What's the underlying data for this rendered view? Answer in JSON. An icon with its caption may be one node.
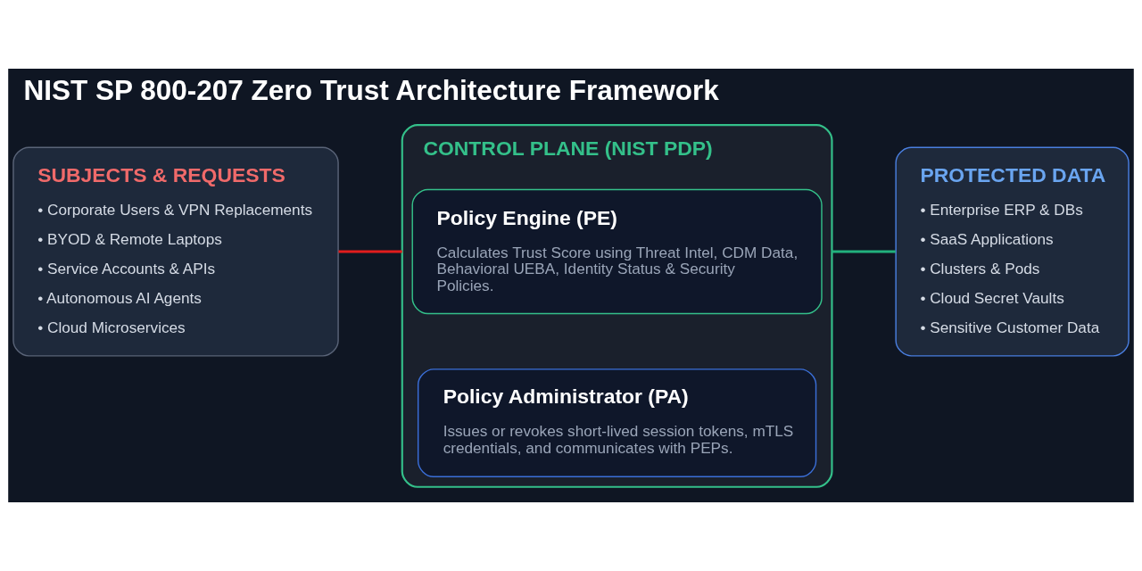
{
  "diagram": {
    "title": "NIST SP 800-207 Zero Trust Architecture Framework",
    "nodes": [
      {
        "text": [
          "SUBJECTS & REQUESTS",
          "• Corporate Users & VPN Replacements",
          "• BYOD & Remote Laptops",
          "• Service Accounts & APIs",
          "• Autonomous AI Agents",
          "• Cloud Microservices"
        ]
      },
      {
        "text": [
          "CONTROL PLANE (NIST PDP)"
        ]
      },
      {
        "text": [
          "Policy Engine (PE)",
          "Calculates Trust Score using Threat Intel, CDM Data, Behavioral UEBA, Identity Status & Security Policies."
        ],
        "in": 1
      },
      {
        "text": [
          "Policy Administrator (PA)",
          "Issues or revokes short-lived session tokens, mTLS credentials, and communicates with PEPs."
        ],
        "in": 1
      },
      {
        "text": [
          "PROTECTED DATA",
          "• Enterprise ERP & DBs",
          "• SaaS Applications",
          "• Clusters & Pods",
          "• Cloud Secret Vaults",
          "• Sensitive Customer Data"
        ]
      }
    ],
    "edges": [
      {
        "from": 0,
        "to": 1,
        "arrow": "none",
        "color": "#e11d1d"
      },
      {
        "from": 1,
        "to": 4,
        "arrow": "none",
        "color": "#22b07d"
      }
    ]
  }
}
